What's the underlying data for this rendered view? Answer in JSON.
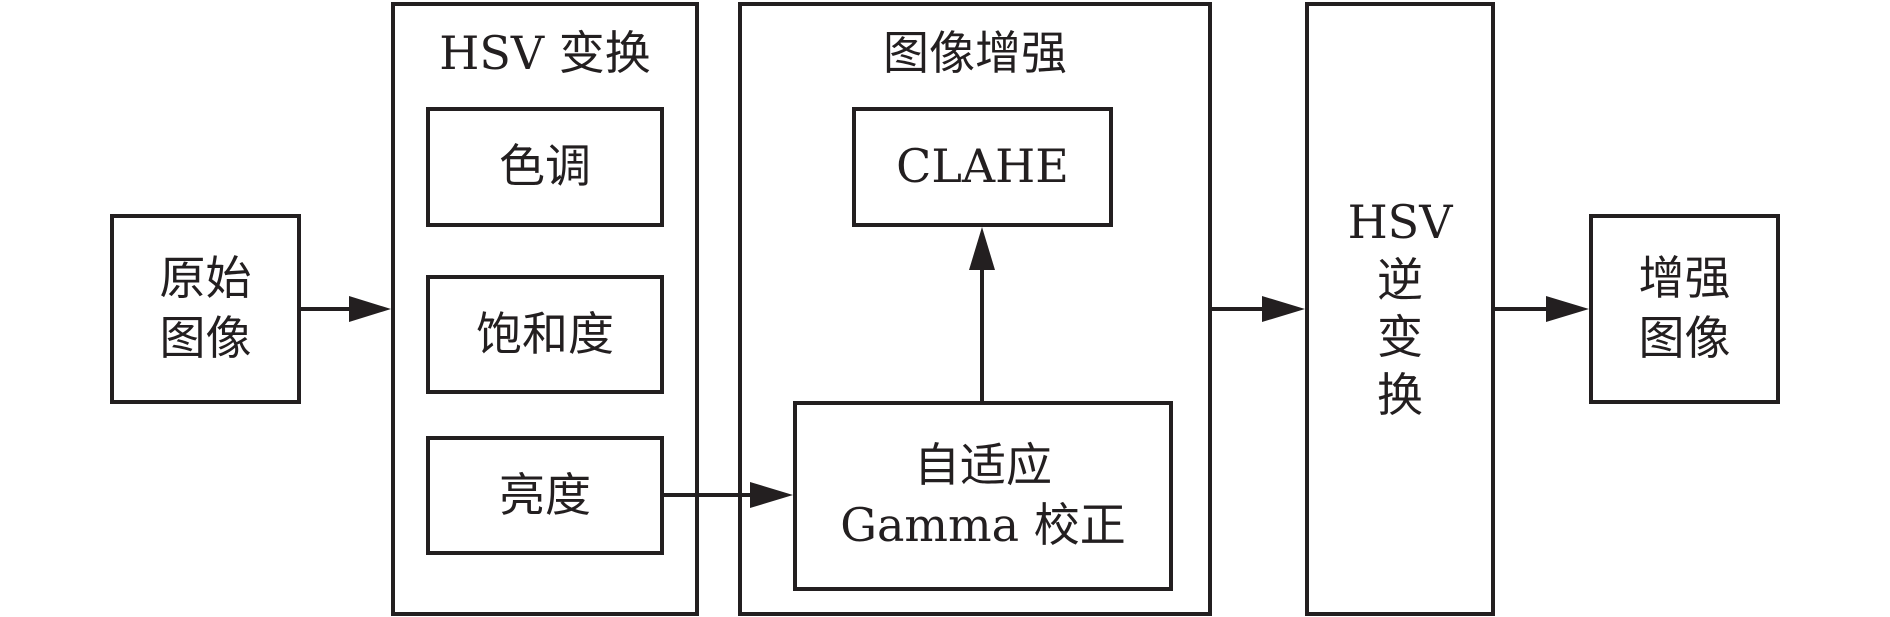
{
  "diagram": {
    "input": {
      "label": "原始\n图像"
    },
    "hsv_transform": {
      "title": "HSV 变换",
      "components": [
        {
          "label": "色调"
        },
        {
          "label": "饱和度"
        },
        {
          "label": "亮度"
        }
      ]
    },
    "image_enhancement": {
      "title": "图像增强",
      "clahe": {
        "label": "CLAHE"
      },
      "gamma": {
        "label": "自适应\nGamma 校正"
      }
    },
    "hsv_inverse": {
      "label": "HSV\n逆\n变\n换"
    },
    "output": {
      "label": "增强\n图像"
    },
    "colors": {
      "stroke": "#231f20",
      "background": "#ffffff"
    },
    "edges": [
      {
        "from": "原始图像",
        "to": "HSV 变换"
      },
      {
        "from": "亮度",
        "to": "自适应 Gamma 校正"
      },
      {
        "from": "自适应 Gamma 校正",
        "to": "CLAHE"
      },
      {
        "from": "图像增强",
        "to": "HSV 逆变换"
      },
      {
        "from": "HSV 逆变换",
        "to": "增强图像"
      }
    ]
  }
}
